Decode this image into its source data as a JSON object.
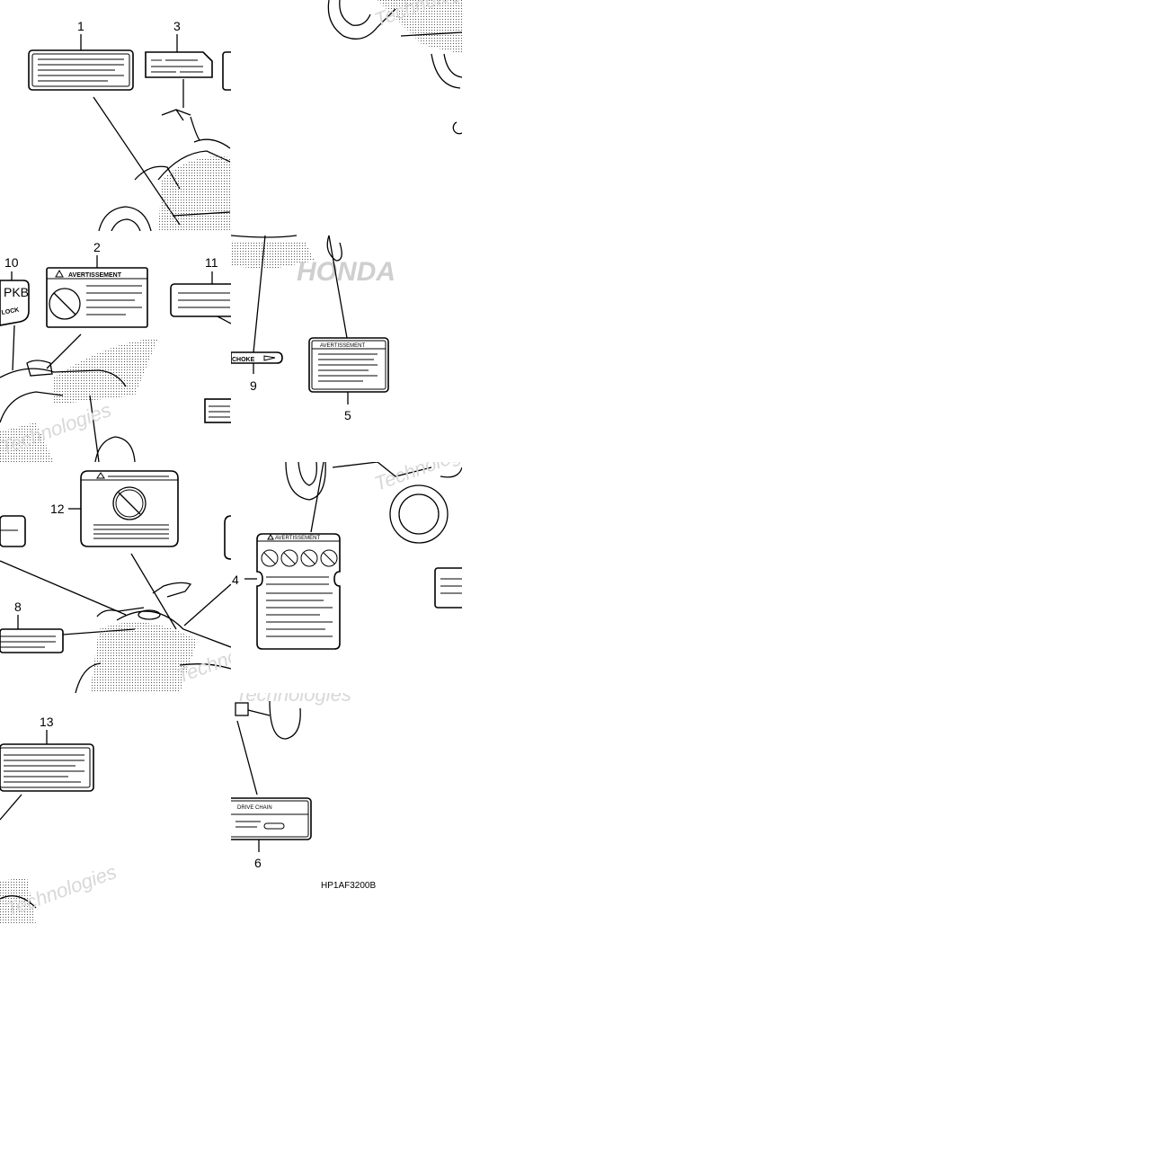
{
  "diagram": {
    "code": "HP1AF3200B",
    "callouts": [
      "1",
      "2",
      "3",
      "4",
      "5",
      "6",
      "8",
      "9",
      "10",
      "11",
      "12",
      "13"
    ],
    "labels": {
      "warning_fr": "AVERTISSEMENT",
      "choke": "CHOKE",
      "drive_chain": "DRIVE CHAIN",
      "pkb": "PKB",
      "lock": "LOCK",
      "honda": "HONDA"
    },
    "watermark": "Technologies",
    "colors": {
      "ink": "#000000",
      "background": "#ffffff",
      "watermark": "#d8d8d8"
    }
  }
}
